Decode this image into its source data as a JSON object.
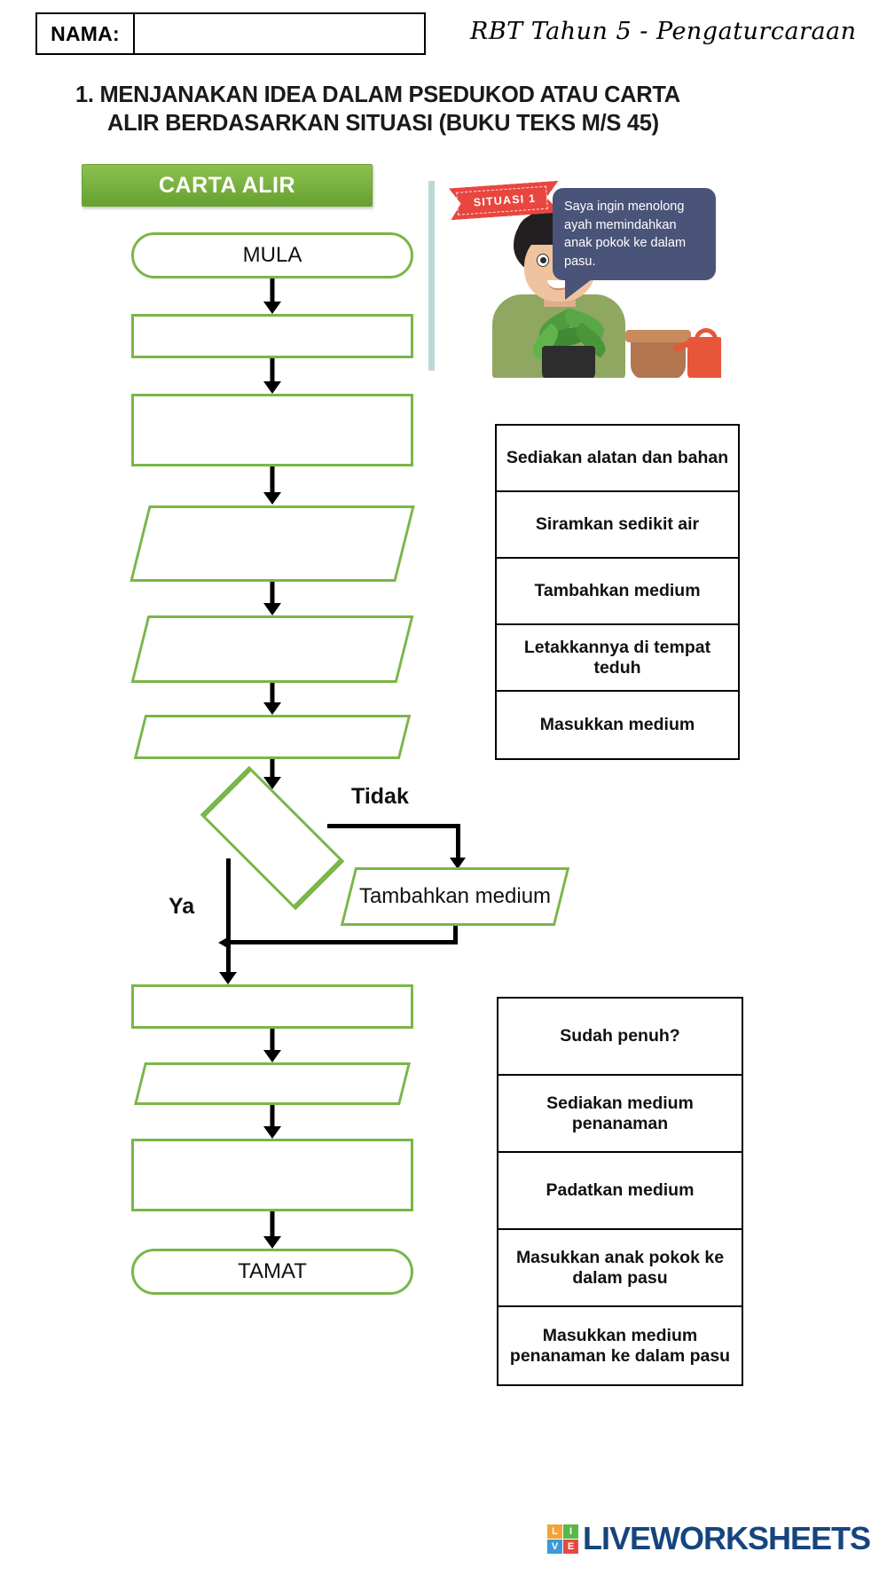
{
  "header": {
    "name_label": "NAMA:",
    "name_value": "",
    "name_placeholder": "",
    "subject": "RBT Tahun 5 - Pengaturcaraan"
  },
  "title": {
    "line1": "1. MENJANAKAN IDEA DALAM PSEDUKOD ATAU CARTA",
    "line2": "ALIR BERDASARKAN SITUASI (BUKU TEKS M/S 45)"
  },
  "banner": {
    "label": "CARTA ALIR"
  },
  "situasi": {
    "ribbon": "SITUASI 1",
    "speech": "Saya ingin menolong ayah memindahkan anak pokok ke dalam pasu."
  },
  "flowchart": {
    "start_label": "MULA",
    "end_label": "TAMAT",
    "loop_node_label": "Tambahkan medium",
    "branch_no": "Tidak",
    "branch_yes": "Ya",
    "blanks": [
      "",
      "",
      "",
      "",
      "",
      "",
      "",
      ""
    ]
  },
  "word_bank_1": {
    "items": [
      "Sediakan alatan dan bahan",
      "Siramkan sedikit air",
      "Tambahkan medium",
      "Letakkannya di tempat teduh",
      "Masukkan medium"
    ]
  },
  "word_bank_2": {
    "items": [
      "Sudah penuh?",
      "Sediakan medium penanaman",
      "Padatkan medium",
      "Masukkan anak pokok ke dalam pasu",
      "Masukkan medium penanaman ke dalam pasu"
    ]
  },
  "footer": {
    "logo_tiles": [
      "L",
      "I",
      "V",
      "E"
    ],
    "logo_word": "LIVEWORKSHEETS"
  },
  "colors": {
    "flow_border": "#7ab648",
    "banner_green": "#7cb342",
    "ribbon_red": "#e8463f",
    "bubble_navy": "#4a5378",
    "logo_blue": "#16457e"
  }
}
